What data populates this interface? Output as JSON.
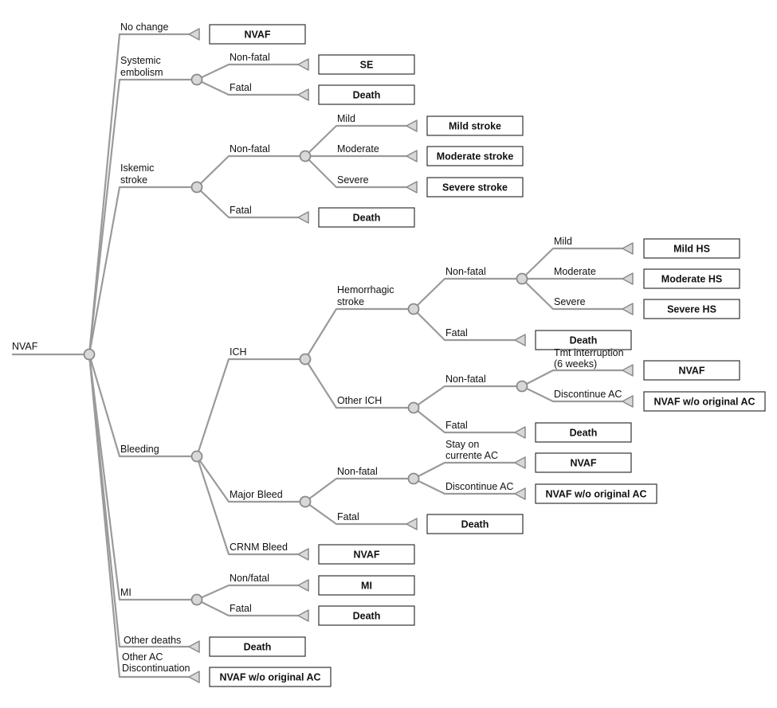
{
  "root_label": "NVAF",
  "branches": {
    "no_change": "No change",
    "systemic_embolism": [
      "Systemic",
      "embolism"
    ],
    "iskemic_stroke": [
      "Iskemic",
      "stroke"
    ],
    "bleeding": "Bleeding",
    "mi": "MI",
    "other_deaths": "Other deaths",
    "other_ac_discontinuation": [
      "Other AC",
      "Discontinuation"
    ],
    "ich": "ICH",
    "hemorrhagic_stroke": [
      "Hemorrhagic",
      "stroke"
    ],
    "other_ich": "Other ICH",
    "major_bleed": "Major Bleed",
    "crnm_bleed": "CRNM Bleed",
    "tmt_interruption": [
      "Tmt interruption",
      "(6 weeks)"
    ],
    "stay_on_current_ac": [
      "Stay on",
      "currente AC"
    ]
  },
  "outcomes": {
    "n1": "NVAF",
    "n2": "SE",
    "n3": "Death",
    "n4": "Mild stroke",
    "n5": "Moderate stroke",
    "n6": "Severe stroke",
    "n7": "Death",
    "n8": "Mild HS",
    "n9": "Moderate HS",
    "n10": "Severe HS",
    "n11": "Death",
    "n12": "NVAF",
    "n13": "NVAF w/o original AC",
    "n14": "Death",
    "n15": "NVAF",
    "n16": "NVAF w/o original AC",
    "n17": "Death",
    "n18": "NVAF",
    "n19": "MI",
    "n20": "Death",
    "n21": "Death",
    "n22": "NVAF w/o original AC"
  },
  "edge_labels": {
    "se_nonfatal": "Non-fatal",
    "se_fatal": "Fatal",
    "is_nonfatal": "Non-fatal",
    "is_fatal": "Fatal",
    "is_mild": "Mild",
    "is_moderate": "Moderate",
    "is_severe": "Severe",
    "hs_nonfatal": "Non-fatal",
    "hs_fatal": "Fatal",
    "hs_mild": "Mild",
    "hs_moderate": "Moderate",
    "hs_severe": "Severe",
    "oich_nonfatal": "Non-fatal",
    "oich_fatal": "Fatal",
    "oich_discontinue": "Discontinue AC",
    "mb_nonfatal": "Non-fatal",
    "mb_fatal": "Fatal",
    "mb_discontinue": "Discontinue AC",
    "mi_nonfatal": "Non/fatal",
    "mi_fatal": "Fatal"
  }
}
